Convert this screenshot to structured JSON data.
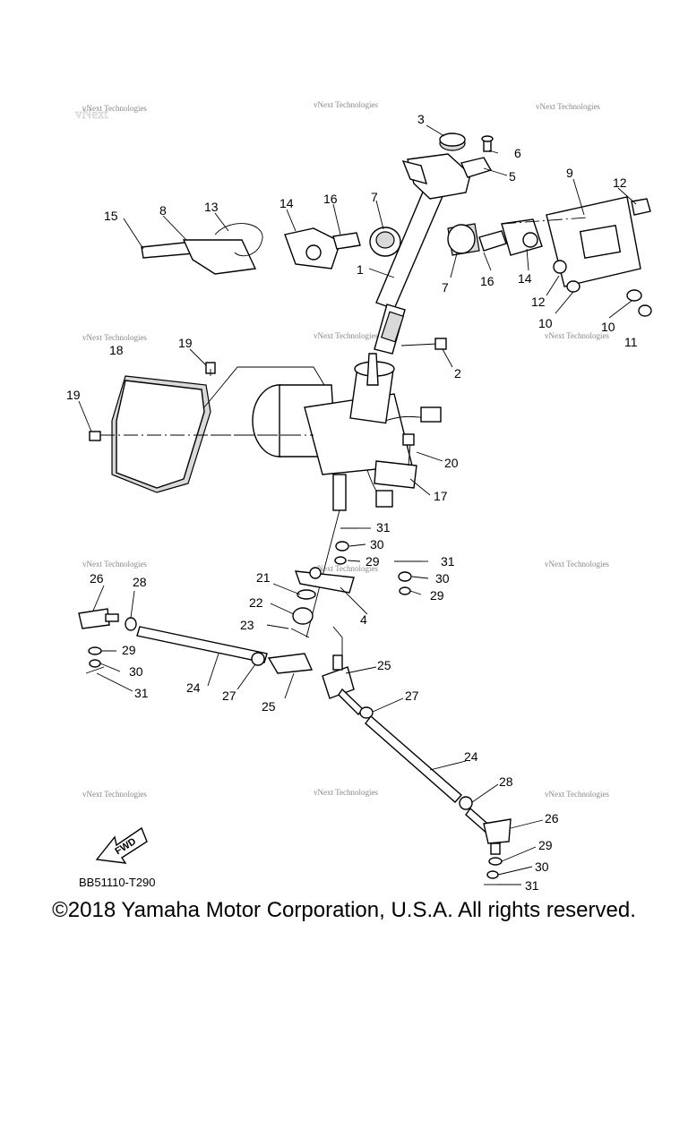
{
  "callouts": [
    {
      "n": "1"
    },
    {
      "n": "2"
    },
    {
      "n": "3"
    },
    {
      "n": "4"
    },
    {
      "n": "5"
    },
    {
      "n": "6"
    },
    {
      "n": "7"
    },
    {
      "n": "7"
    },
    {
      "n": "8"
    },
    {
      "n": "9"
    },
    {
      "n": "10"
    },
    {
      "n": "10"
    },
    {
      "n": "11"
    },
    {
      "n": "12"
    },
    {
      "n": "12"
    },
    {
      "n": "13"
    },
    {
      "n": "14"
    },
    {
      "n": "14"
    },
    {
      "n": "15"
    },
    {
      "n": "16"
    },
    {
      "n": "16"
    },
    {
      "n": "17"
    },
    {
      "n": "18"
    },
    {
      "n": "19"
    },
    {
      "n": "19"
    },
    {
      "n": "20"
    },
    {
      "n": "21"
    },
    {
      "n": "22"
    },
    {
      "n": "23"
    },
    {
      "n": "24"
    },
    {
      "n": "24"
    },
    {
      "n": "25"
    },
    {
      "n": "25"
    },
    {
      "n": "26"
    },
    {
      "n": "26"
    },
    {
      "n": "27"
    },
    {
      "n": "27"
    },
    {
      "n": "28"
    },
    {
      "n": "28"
    },
    {
      "n": "29"
    },
    {
      "n": "29"
    },
    {
      "n": "29"
    },
    {
      "n": "29"
    },
    {
      "n": "30"
    },
    {
      "n": "30"
    },
    {
      "n": "30"
    },
    {
      "n": "30"
    },
    {
      "n": "31"
    },
    {
      "n": "31"
    },
    {
      "n": "31"
    },
    {
      "n": "31"
    }
  ],
  "watermark": "vNext Technologies",
  "diagram_code": "BB51110-T290",
  "fwd_label": "FWD",
  "copyright": "©2018 Yamaha Motor Corporation, U.S.A. All rights reserved."
}
